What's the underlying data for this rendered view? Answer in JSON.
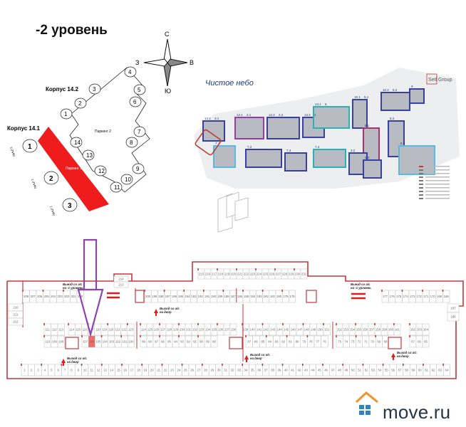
{
  "title": "-2 уровень",
  "compass": {
    "north": "С",
    "west": "З",
    "east": "В",
    "south": "Ю"
  },
  "site_plan": {
    "building_a": "Корпус 14.2",
    "building_b": "Корпус 14.1",
    "parking_1": "Паркинг 1",
    "parking_2": "Паркинг 2",
    "sections": [
      "1",
      "2",
      "3",
      "4",
      "5",
      "6",
      "7",
      "8",
      "9",
      "10",
      "11",
      "12",
      "13",
      "14"
    ],
    "side_sections": [
      "1",
      "2",
      "3"
    ],
    "side_labels": [
      "3 (ПИБ)",
      "2 (ПИБ)",
      "1 (ПИБ)"
    ],
    "highlight_color": "#ee1c1c"
  },
  "master_plan": {
    "project_logo": "Чистое небо",
    "developer_logo": "Setl Group",
    "block_labels": [
      "14.2",
      "12.1",
      "12.2",
      "13.2",
      "13.1",
      "10.1",
      "10.2",
      "9",
      "8.1",
      "8.2",
      "8.3",
      "7.1",
      "7.2",
      "7.3",
      "7.4",
      "3.2",
      "3.3",
      "3.1",
      "2.1",
      "2.2",
      "1",
      "6",
      "5.1",
      "5.2"
    ]
  },
  "plan": {
    "outline_color": "#c0393b",
    "selected_color": "#f06b6b",
    "selected_space": "106",
    "pointer_color": "#8e44ad",
    "rows": [
      [
        "215",
        "216",
        "217",
        "218",
        "219",
        "220",
        "221",
        "222",
        "223",
        "224",
        "225",
        "226",
        "227",
        "228",
        "229",
        "230",
        "231"
      ],
      [
        "208",
        "207",
        "206",
        "205",
        "204",
        "203",
        "202",
        "201",
        "200"
      ],
      [
        "214",
        "213"
      ],
      [
        "200",
        "199",
        "198",
        "197",
        "196",
        "195",
        "194",
        "193",
        "192",
        "191",
        "190",
        "189",
        "188",
        "187",
        "186",
        "185",
        "184",
        "183",
        "182",
        "181",
        "180",
        "179",
        "178"
      ],
      [
        "177",
        "176",
        "175",
        "174",
        "173",
        "172",
        "171",
        "170",
        "169",
        "168"
      ],
      [
        "210",
        "211",
        "212"
      ],
      [
        "187",
        "186"
      ],
      [
        "111",
        "112",
        "113"
      ],
      [
        "114",
        "115",
        "116",
        "117",
        "118",
        "119",
        "120",
        "121",
        "122",
        "123"
      ],
      [
        "124",
        "125",
        "126",
        "127",
        "128",
        "129",
        "130",
        "131",
        "132",
        "133",
        "134",
        "135",
        "136",
        "137",
        "138"
      ],
      [
        "139",
        "140",
        "141",
        "142",
        "143",
        "144",
        "145",
        "146",
        "147",
        "148",
        "149",
        "150",
        "151"
      ],
      [
        "152",
        "153",
        "154",
        "155",
        "156",
        "157",
        "158",
        "159",
        "160",
        "161"
      ],
      [
        "162",
        "163",
        "164"
      ],
      [
        "110",
        "109",
        "108"
      ],
      [
        "107",
        "106",
        "105",
        "104",
        "103",
        "102",
        "101",
        "100"
      ],
      [
        "99",
        "98",
        "97",
        "96",
        "95",
        "94",
        "93",
        "92",
        "91",
        "90",
        "89",
        "88"
      ],
      [
        "87",
        "86",
        "85",
        "84",
        "83",
        "82",
        "81",
        "80",
        "79",
        "78",
        "77",
        "76"
      ],
      [
        "75",
        "74",
        "73",
        "72",
        "71",
        "70",
        "69",
        "68"
      ],
      [
        "67",
        "66",
        "65"
      ],
      [
        "1",
        "2",
        "3",
        "4",
        "5",
        "6",
        "7",
        "8",
        "9",
        "10",
        "11",
        "12",
        "13",
        "14",
        "15",
        "16",
        "17",
        "18",
        "19",
        "20",
        "21",
        "22",
        "23",
        "24",
        "25",
        "26",
        "27",
        "28",
        "29",
        "30",
        "31",
        "32",
        "33",
        "34",
        "35",
        "36",
        "37",
        "38",
        "39",
        "40",
        "41",
        "42",
        "43",
        "44",
        "45",
        "46",
        "47",
        "48",
        "49",
        "50",
        "51",
        "52",
        "53",
        "54",
        "55",
        "56",
        "57",
        "58",
        "59",
        "60",
        "61",
        "62",
        "63",
        "64"
      ]
    ],
    "exits": [
      "Выезд со а/с на -1 уровень",
      "Выход со а/с на двор",
      "Выход со а/с на двор",
      "Выход со а/с на двор",
      "Выход со а/с на двор",
      "Выезд со а/с на -1 уровень"
    ]
  },
  "brand": {
    "name": "move.ru",
    "house_color": "#f0932b",
    "grid_color": "#2e86c1",
    "text_color": "#263544"
  }
}
